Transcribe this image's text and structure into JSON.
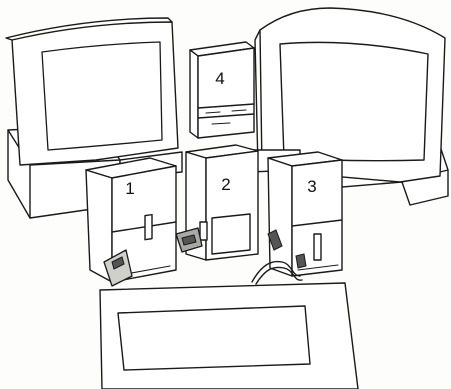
{
  "units": [
    {
      "id": "unit-1",
      "label": "1"
    },
    {
      "id": "unit-2",
      "label": "2"
    },
    {
      "id": "unit-3",
      "label": "3"
    },
    {
      "id": "unit-4",
      "label": "4"
    }
  ]
}
